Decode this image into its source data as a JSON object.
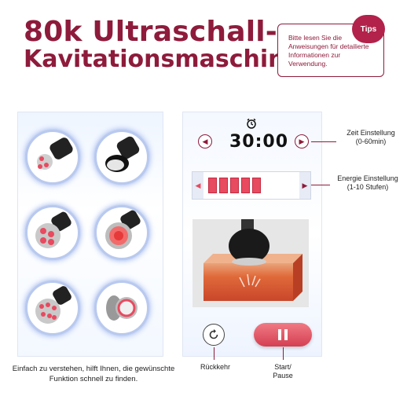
{
  "title": {
    "line1": "80k Ultraschall-",
    "line2": "Kavitationsmaschine"
  },
  "tips": {
    "badge": "Tips",
    "text": "Bitte lesen Sie die Anweisungen für detailierte Informationen zur Verwendung."
  },
  "left": {
    "caption": "Einfach zu verstehen, hilft Ihnen, die gewünschte Funktion schnell zu finden."
  },
  "device": {
    "timer": "30:00",
    "energy_level": 5,
    "energy_max": 10
  },
  "annotations": {
    "time": "Zeit Einstellung\n(0-60min)",
    "energy": "Energie Einstellung\n(1-10 Stufen)",
    "back": "Rückkehr",
    "start": "Start/\nPause"
  },
  "colors": {
    "brand": "#8e1b3b",
    "accent": "#e84a5f"
  }
}
